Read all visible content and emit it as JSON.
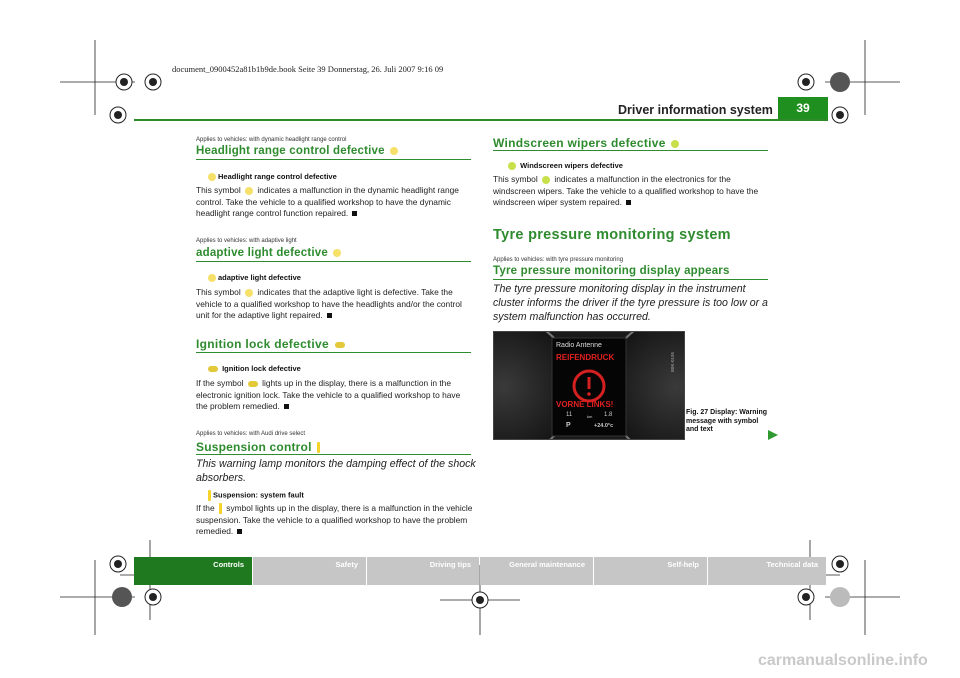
{
  "file_header": "document_0900452a81b1b9de.book  Seite 39  Donnerstag, 26. Juli 2007  9:16 09",
  "header": {
    "title": "Driver information system",
    "page_number": "39"
  },
  "left_column": {
    "headlight": {
      "applies": "Applies to vehicles:  with dynamic headlight range control",
      "title": "Headlight range control defective",
      "subheading": "Headlight range control defective",
      "body_1": "This symbol",
      "body_2": "indicates a malfunction in the dynamic headlight range control. Take the vehicle to a qualified workshop to have the dynamic headlight range control function repaired."
    },
    "adaptive": {
      "applies": "Applies to vehicles:  with adaptive light",
      "title": "adaptive light defective",
      "subheading": "adaptive light defective",
      "body_1": "This symbol",
      "body_2": "indicates that the adaptive light is defective. Take the vehicle to a qualified workshop to have the headlights and/or the control unit for the adaptive light repaired."
    },
    "ignition": {
      "title": "Ignition lock defective",
      "subheading": "Ignition lock defective",
      "body_1": "If the symbol",
      "body_2": "lights up in the display, there is a malfunction in the electronic ignition lock. Take the vehicle to a qualified workshop to have the problem remedied."
    },
    "suspension": {
      "applies": "Applies to vehicles:  with Audi drive select",
      "title": "Suspension control",
      "intro": "This warning lamp monitors the damping effect of the shock absorbers.",
      "subheading": "Suspension: system fault",
      "body_1": "If the",
      "body_2": "symbol lights up in the display, there is a malfunction in the vehicle suspension. Take the vehicle to a qualified workshop to have the problem remedied."
    }
  },
  "right_column": {
    "wipers": {
      "title": "Windscreen wipers defective",
      "subheading": "Windscreen wipers defective",
      "body_1": "This symbol",
      "body_2": "indicates a malfunction in the electronics for the windscreen wipers. Take the vehicle to a qualified workshop to have the windscreen wiper system repaired."
    },
    "tyre": {
      "section_title": "Tyre pressure monitoring system",
      "applies": "Applies to vehicles:  with tyre pressure monitoring",
      "title": "Tyre pressure monitoring display appears",
      "intro": "The tyre pressure monitoring display in the instrument cluster informs the driver if the tyre pressure is too low or a system malfunction has occurred."
    },
    "figure": {
      "display_header": "Radio Antenne",
      "warning_top": "REIFENDRUCK",
      "warning_bottom": "VORNE LINKS!",
      "row1_left": "11",
      "row1_mid": "km",
      "row1_right": "1.8",
      "row2_left": "P",
      "row2_right": "+24.0°c",
      "code": "B8K-0195",
      "caption": "Fig. 27  Display: Warning message with symbol and text"
    }
  },
  "nav_tabs": [
    "Controls",
    "Safety",
    "Driving tips",
    "General maintenance",
    "Self-help",
    "Technical data"
  ],
  "watermark": "carmanualsonline.info",
  "colors": {
    "heading_green": "#2e8b2e",
    "active_tab": "#1f7a1f",
    "inactive_tab": "#c6c6c6",
    "warning_red": "#e02020"
  }
}
